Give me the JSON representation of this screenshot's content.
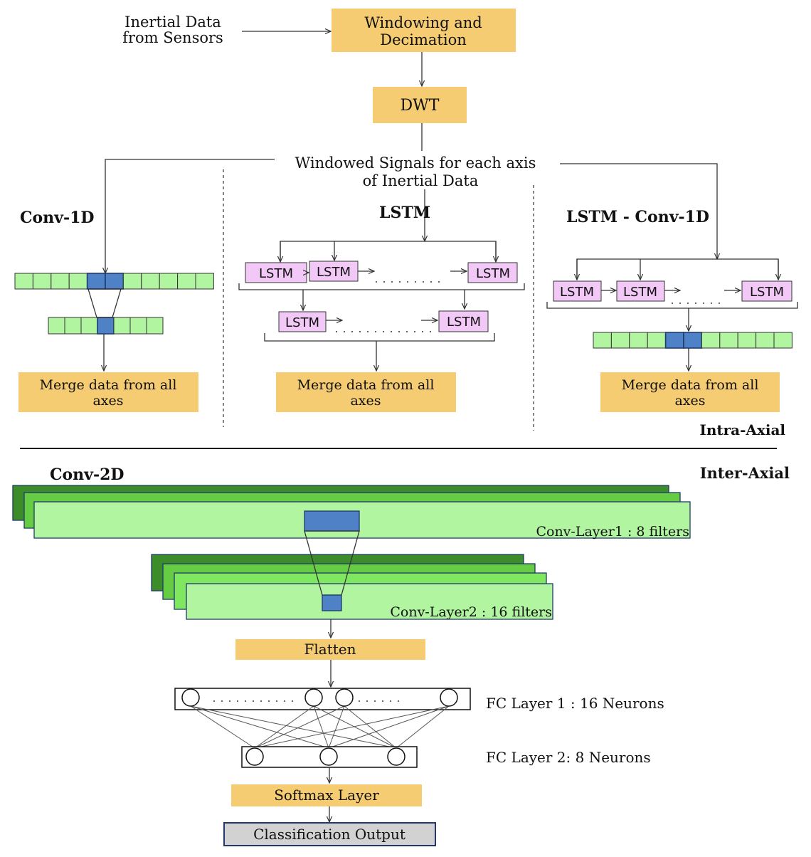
{
  "input": {
    "line1": "Inertial Data",
    "line2": "from Sensors"
  },
  "windowing": {
    "line1": "Windowing and",
    "line2": "Decimation"
  },
  "dwt": "DWT",
  "windowed": {
    "line1": "Windowed Signals for each axis",
    "line2": "of Inertial Data"
  },
  "branches": {
    "conv1d": "Conv-1D",
    "lstm": "LSTM",
    "lstm_conv1d": "LSTM - Conv-1D"
  },
  "lstm_cell": "LSTM",
  "merge": {
    "line1": "Merge data from all",
    "line2": "axes"
  },
  "intra_axial": "Intra-Axial",
  "inter_axial": "Inter-Axial",
  "conv2d": "Conv-2D",
  "conv_layer1": "Conv-Layer1 : 8 filters",
  "conv_layer2": "Conv-Layer2 : 16 filters",
  "flatten": "Flatten",
  "fc1": "FC Layer 1 : 16 Neurons",
  "fc2": "FC Layer 2: 8 Neurons",
  "softmax": "Softmax Layer",
  "output": "Classification Output",
  "colors": {
    "box_orange": "#f5cc72",
    "lstm_pink": "#f2c8f7",
    "cell_green": "#b1f5a0",
    "cell_blue": "#4f81c7",
    "dark_green": "#3d8c2a",
    "mid_green": "#66cc44",
    "light_green": "#b1f5a0",
    "output_gray": "#d2d2d2"
  }
}
